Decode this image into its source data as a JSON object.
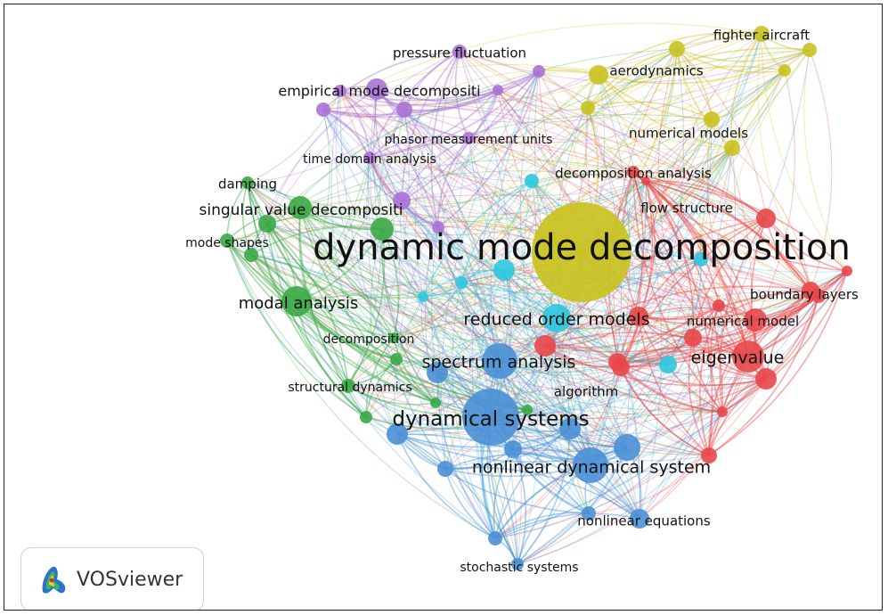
{
  "clusters": {
    "red": "#e8474a",
    "green": "#3aa845",
    "blue": "#4a90d6",
    "yellow": "#c9c220",
    "purple": "#a972d6",
    "cyan": "#2ec8e0"
  },
  "keywords": [
    {
      "id": "dmd",
      "label": "dynamic mode decomposition",
      "cluster": "yellow"
    },
    {
      "id": "rom",
      "label": "reduced order models",
      "cluster": "cyan"
    },
    {
      "id": "dyn",
      "label": "dynamical systems",
      "cluster": "blue"
    },
    {
      "id": "spec",
      "label": "spectrum analysis",
      "cluster": "blue"
    },
    {
      "id": "nds",
      "label": "nonlinear dynamical system",
      "cluster": "blue"
    },
    {
      "id": "neq",
      "label": "nonlinear equations",
      "cluster": "blue"
    },
    {
      "id": "stoch",
      "label": "stochastic systems",
      "cluster": "blue"
    },
    {
      "id": "eig",
      "label": "eigenvalue",
      "cluster": "red"
    },
    {
      "id": "nummod",
      "label": "numerical model",
      "cluster": "red"
    },
    {
      "id": "bl",
      "label": "boundary layers",
      "cluster": "red"
    },
    {
      "id": "alg",
      "label": "algorithm",
      "cluster": "red"
    },
    {
      "id": "fs",
      "label": "flow structure",
      "cluster": "red"
    },
    {
      "id": "da",
      "label": "decomposition analysis",
      "cluster": "red"
    },
    {
      "id": "modal",
      "label": "modal analysis",
      "cluster": "green"
    },
    {
      "id": "svd",
      "label": "singular value decompositi",
      "cluster": "green"
    },
    {
      "id": "damp",
      "label": "damping",
      "cluster": "green"
    },
    {
      "id": "ms",
      "label": "mode shapes",
      "cluster": "green"
    },
    {
      "id": "decomp",
      "label": "decomposition",
      "cluster": "green"
    },
    {
      "id": "sd",
      "label": "structural dynamics",
      "cluster": "green"
    },
    {
      "id": "emd",
      "label": "empirical mode decompositi",
      "cluster": "purple"
    },
    {
      "id": "pf",
      "label": "pressure fluctuation",
      "cluster": "purple"
    },
    {
      "id": "pmu",
      "label": "phasor measurement units",
      "cluster": "purple"
    },
    {
      "id": "tda",
      "label": "time domain analysis",
      "cluster": "purple"
    },
    {
      "id": "fa",
      "label": "fighter aircraft",
      "cluster": "yellow"
    },
    {
      "id": "aero",
      "label": "aerodynamics",
      "cluster": "yellow"
    },
    {
      "id": "nm",
      "label": "numerical models",
      "cluster": "yellow"
    }
  ],
  "logo": {
    "text": "VOSviewer"
  }
}
